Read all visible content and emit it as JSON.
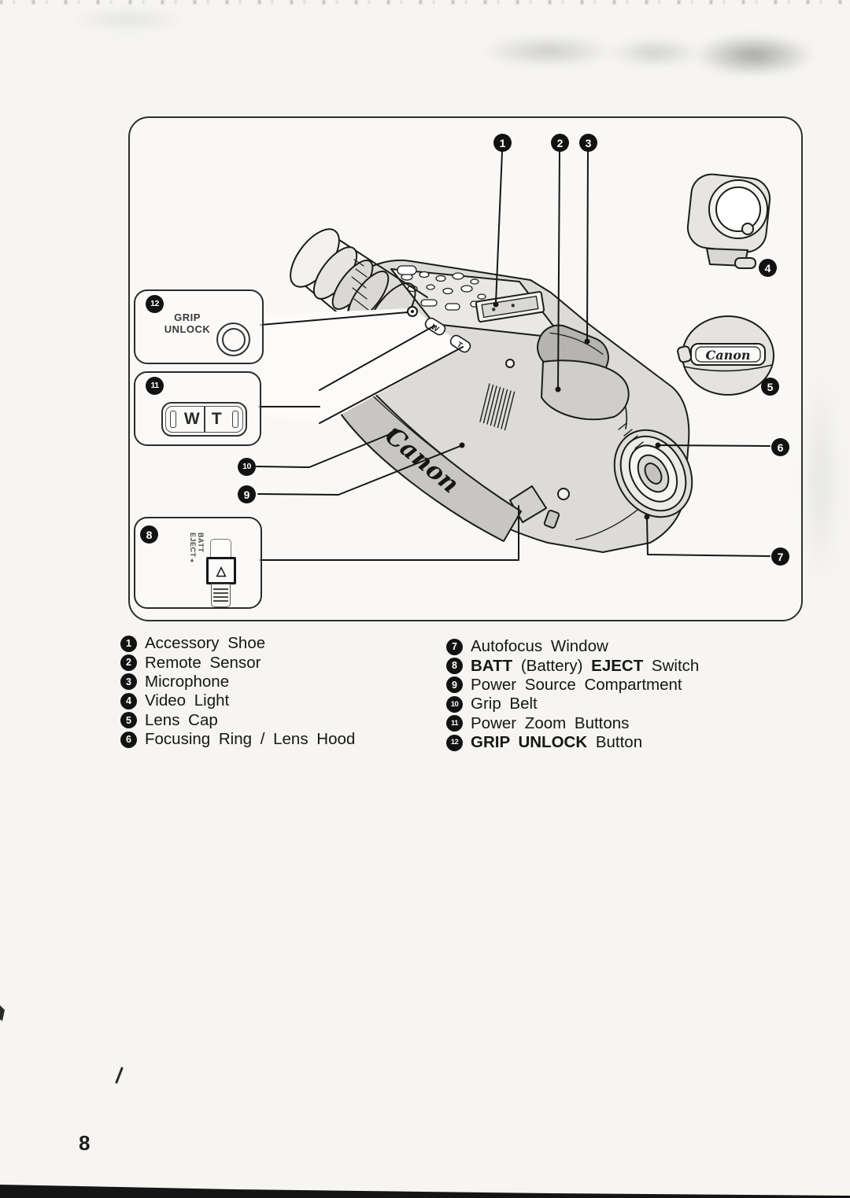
{
  "page": {
    "number": "8"
  },
  "figure": {
    "brand_grip": "Canon",
    "brand_cap": "Canon",
    "callouts": [
      {
        "num": "1"
      },
      {
        "num": "2"
      },
      {
        "num": "3"
      },
      {
        "num": "4"
      },
      {
        "num": "5"
      },
      {
        "num": "6"
      },
      {
        "num": "7"
      },
      {
        "num": "8"
      },
      {
        "num": "9"
      },
      {
        "num": "10"
      },
      {
        "num": "11"
      },
      {
        "num": "12"
      }
    ],
    "insets": {
      "grip_unlock": {
        "line1": "GRIP",
        "line2": "UNLOCK"
      },
      "power_zoom": {
        "wide": "W",
        "tele": "T"
      },
      "batt_eject": {
        "line1": "BATT",
        "line2": "EJECT",
        "arrow": "◄",
        "eject_triangle": "△"
      }
    }
  },
  "legend": {
    "left": [
      {
        "num": "1",
        "text": "Accessory Shoe"
      },
      {
        "num": "2",
        "text": "Remote Sensor"
      },
      {
        "num": "3",
        "text": "Microphone"
      },
      {
        "num": "4",
        "text": "Video Light"
      },
      {
        "num": "5",
        "text": "Lens Cap"
      },
      {
        "num": "6",
        "text": "Focusing Ring / Lens Hood"
      }
    ],
    "right": [
      {
        "num": "7",
        "text": "Autofocus Window"
      },
      {
        "num": "8",
        "b1": "BATT",
        "m1": " (Battery) ",
        "b2": "EJECT",
        "m2": " Switch"
      },
      {
        "num": "9",
        "text": "Power Source Compartment"
      },
      {
        "num": "10",
        "text": "Grip Belt"
      },
      {
        "num": "11",
        "text": "Power Zoom Buttons"
      },
      {
        "num": "12",
        "b1": "GRIP UNLOCK",
        "m1": " Button"
      }
    ]
  }
}
